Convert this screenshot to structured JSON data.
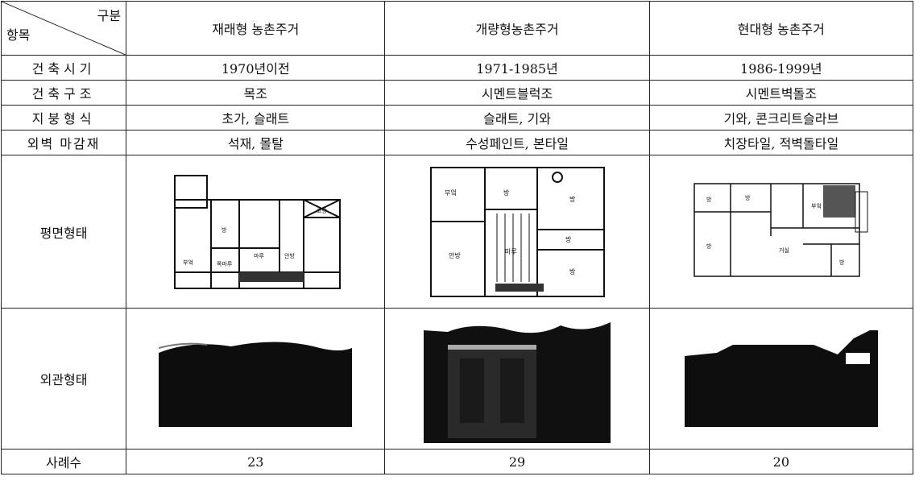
{
  "header": {
    "corner_top": "구분",
    "corner_bottom": "항목",
    "columns": [
      "재래형 농촌주거",
      "개량형농촌주거",
      "현대형 농촌주거"
    ]
  },
  "rows": [
    {
      "label": "건축시기",
      "values": [
        "1970년이전",
        "1971-1985년",
        "1986-1999년"
      ]
    },
    {
      "label": "건축구조",
      "values": [
        "목조",
        "시멘트블럭조",
        "시멘트벽돌조"
      ]
    },
    {
      "label": "지붕형식",
      "values": [
        "초가, 슬래트",
        "슬래트, 기와",
        "기와, 콘크리트슬라브"
      ]
    },
    {
      "label": "외벽 마감재",
      "values": [
        "석재, 몰탈",
        "수성페인트, 본타일",
        "치장타일, 적벽돌타일"
      ]
    }
  ],
  "plan_row": {
    "label": "평면형태",
    "plan1_rooms": [
      "부엌",
      "방",
      "마루",
      "안방",
      "쪽마루",
      "고방"
    ],
    "plan2_rooms": [
      "부엌",
      "방",
      "방",
      "안방",
      "마루",
      "방",
      "방"
    ],
    "plan3_rooms": [
      "방",
      "방",
      "부엌",
      "거실",
      "방",
      "방"
    ]
  },
  "photo_row": {
    "label": "외관형태"
  },
  "count_row": {
    "label": "사례수",
    "values": [
      "23",
      "29",
      "20"
    ]
  }
}
